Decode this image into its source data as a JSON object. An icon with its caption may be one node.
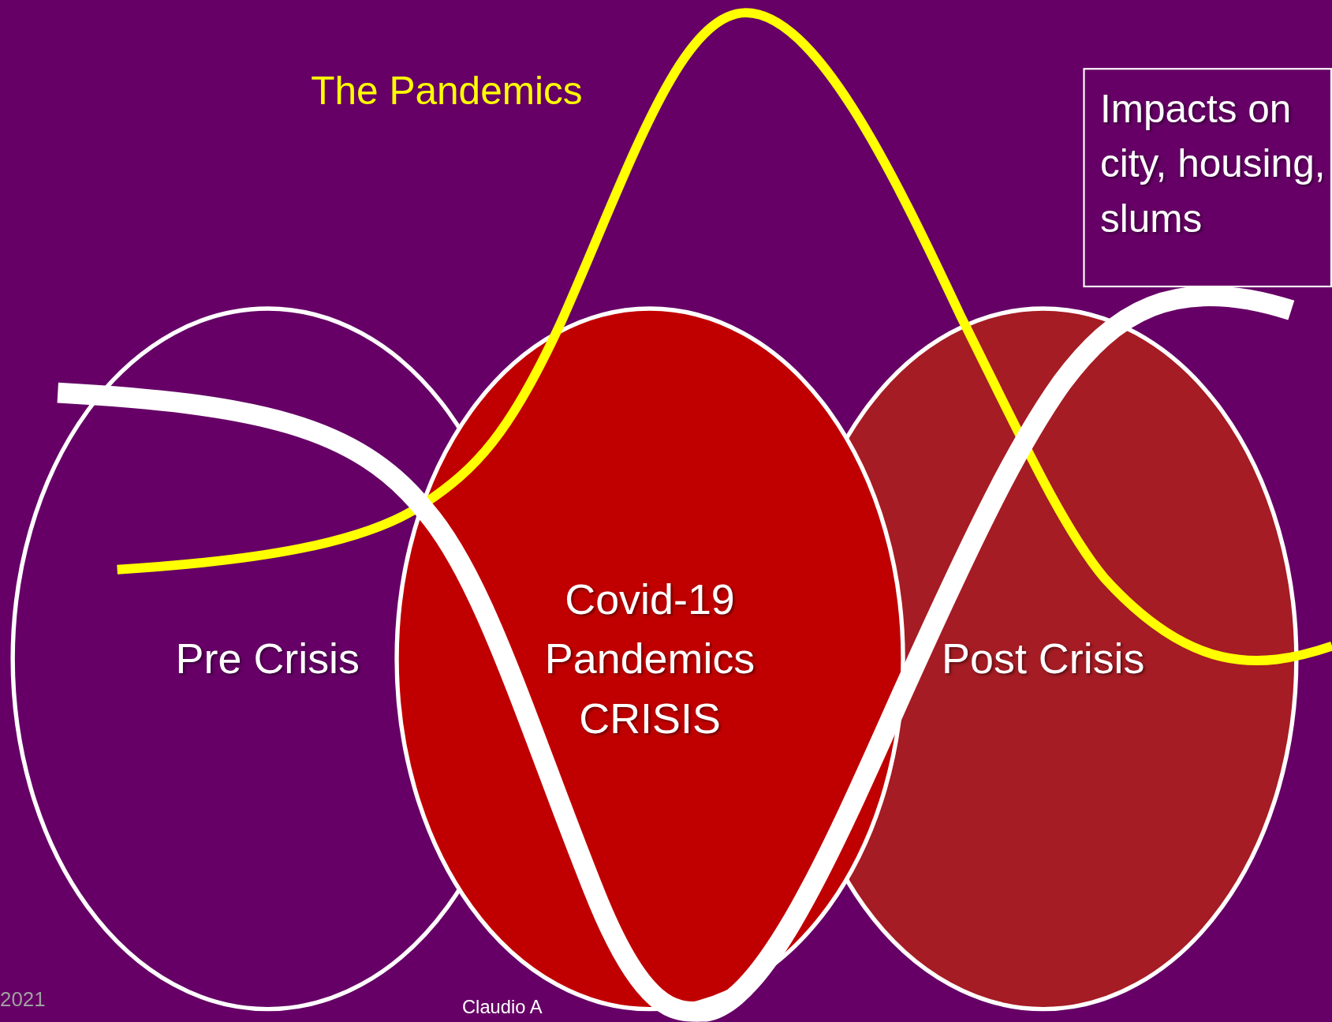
{
  "diagram": {
    "nodes": [
      {
        "text": [
          "Pre Crisis"
        ]
      },
      {
        "text": [
          "Covid-19 Pandemics CRISIS"
        ]
      },
      {
        "text": [
          "Post Crisis"
        ]
      },
      {
        "text": [
          "Impacts on city, housing, slums"
        ]
      }
    ],
    "labels": [
      "The Pandemics",
      "2021",
      "Claudio A"
    ]
  }
}
